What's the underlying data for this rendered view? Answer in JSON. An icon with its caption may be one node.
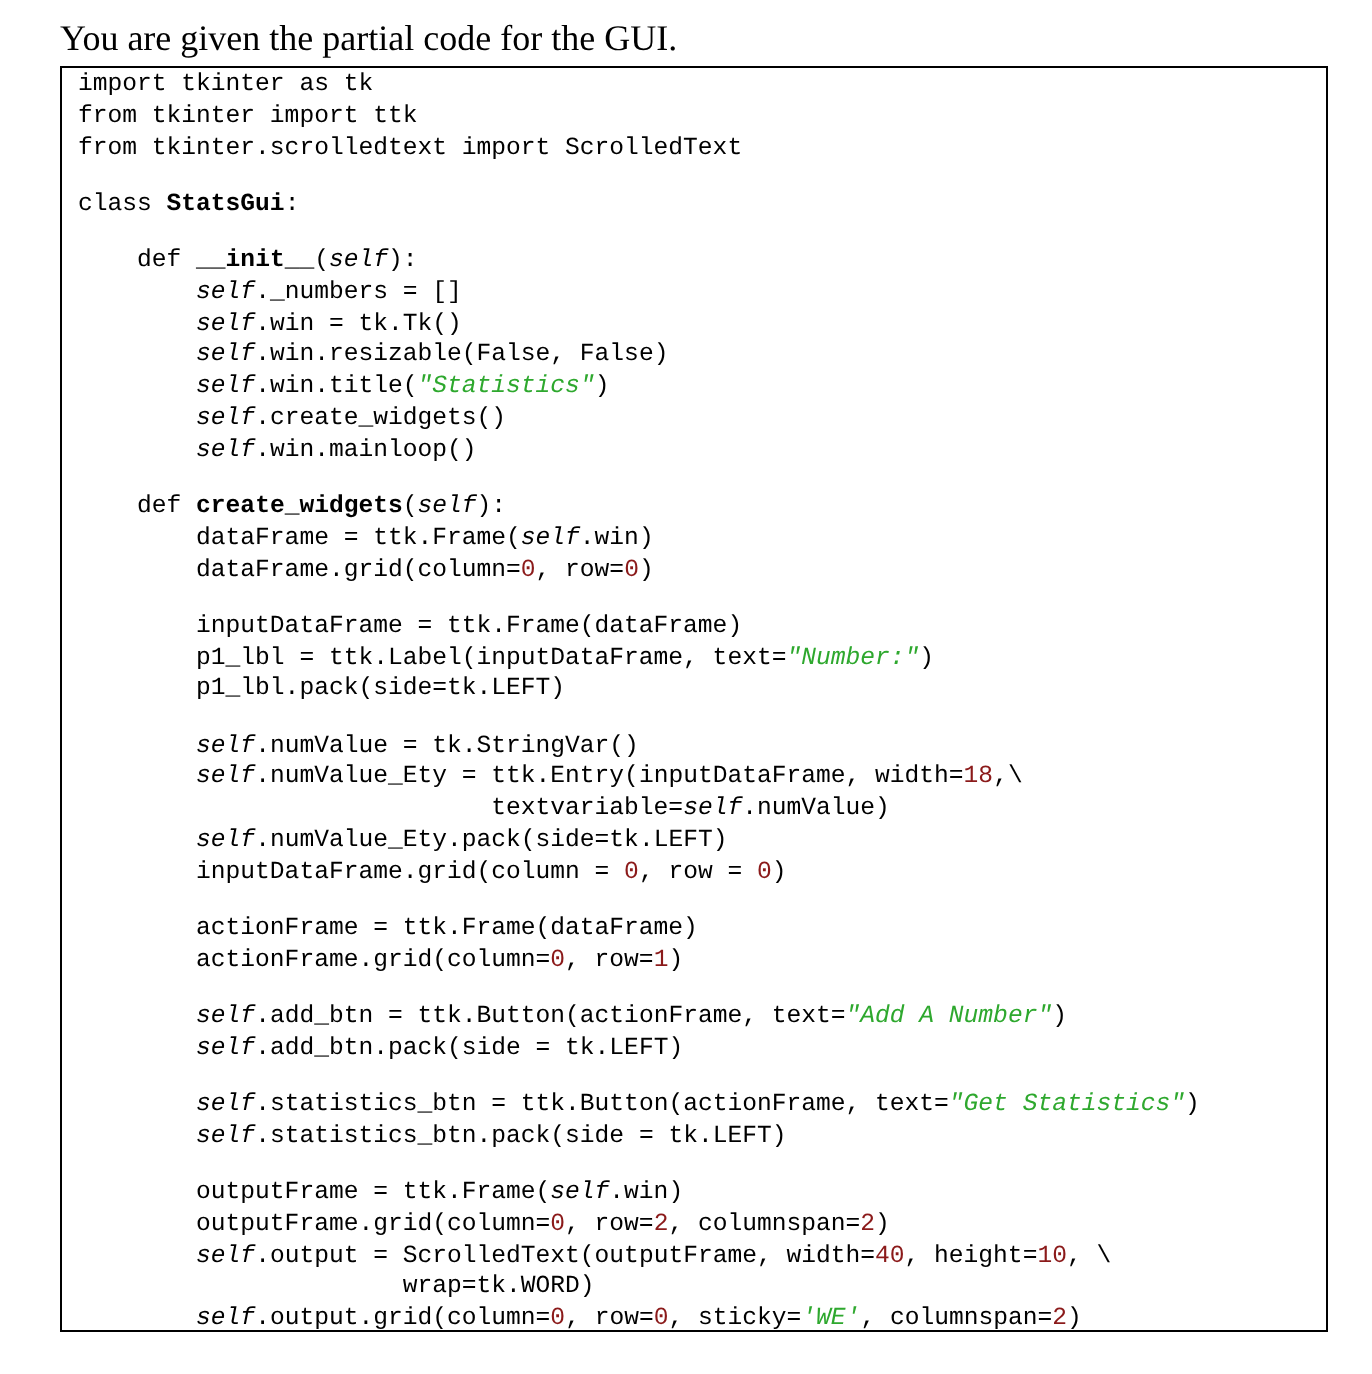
{
  "diagram": {
    "title": "You are given the partial code for the GUI.",
    "nodes": [
      {
        "text": [
          "import tkinter as tk",
          "from tkinter import ttk",
          "from tkinter.scrolledtext import ScrolledText",
          "class **StatsGui**:",
          "    def **__init__**(*self*):",
          "        *self*._numbers = []",
          "        *self*.win = tk.Tk()",
          "        *self*.win.resizable(False, False)",
          "        *self*.win.title(\"Statistics\")",
          "        *self*.create_widgets()",
          "        *self*.win.mainloop()",
          "    def **create_widgets**(*self*):",
          "        dataFrame = ttk.Frame(*self*.win)",
          "        dataFrame.grid(column=0, row=0)",
          "        inputDataFrame = ttk.Frame(dataFrame)",
          "        p1_lbl = ttk.Label(inputDataFrame, text=\"Number:\")",
          "        p1_lbl.pack(side=tk.LEFT)",
          "        *self*.numValue = tk.StringVar()",
          "        *self*.numValue_Ety = ttk.Entry(inputDataFrame, width=18,\\",
          "                            textvariable=*self*.numValue)",
          "        *self*.numValue_Ety.pack(side=tk.LEFT)",
          "        inputDataFrame.grid(column = 0, row = 0)",
          "        actionFrame = ttk.Frame(dataFrame)",
          "        actionFrame.grid(column=0, row=1)",
          "        *self*.add_btn = ttk.Button(actionFrame, text=\"Add A Number\")",
          "        *self*.add_btn.pack(side = tk.LEFT)",
          "        *self*.statistics_btn = ttk.Button(actionFrame, text=\"Get Statistics\")",
          "        *self*.statistics_btn.pack(side = tk.LEFT)",
          "        outputFrame = ttk.Frame(*self*.win)",
          "        outputFrame.grid(column=0, row=2, columnspan=2)",
          "        *self*.output = ScrolledText(outputFrame, width=40, height=10, \\",
          "                      wrap=tk.WORD)",
          "        *self*.output.grid(column=0, row=0, sticky='WE', columnspan=2)"
        ]
      }
    ]
  }
}
